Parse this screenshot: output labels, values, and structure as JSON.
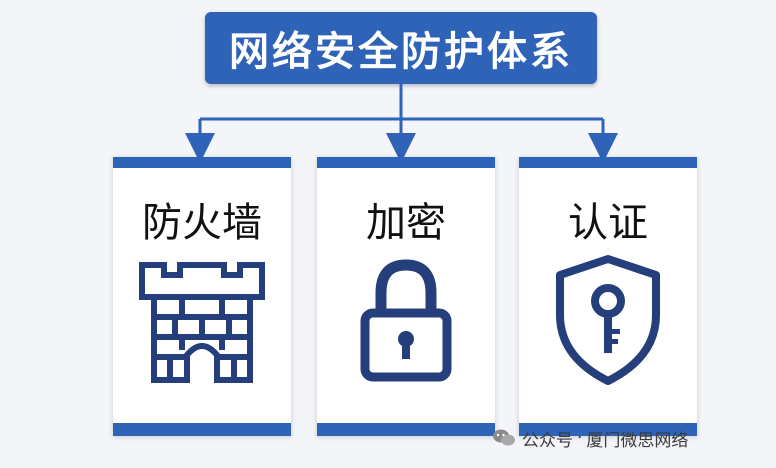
{
  "title": "网络安全防护体系",
  "components": [
    {
      "label": "防火墙",
      "icon": "castle-wall-icon"
    },
    {
      "label": "加密",
      "icon": "padlock-icon"
    },
    {
      "label": "认证",
      "icon": "shield-key-icon"
    }
  ],
  "watermark": {
    "prefix": "公众号",
    "separator": "·",
    "account": "厦门微思网络",
    "icon": "wechat-icon"
  },
  "colors": {
    "primary": "#2f63b8",
    "icon": "#253f7c",
    "background": "#f3f5f9"
  }
}
